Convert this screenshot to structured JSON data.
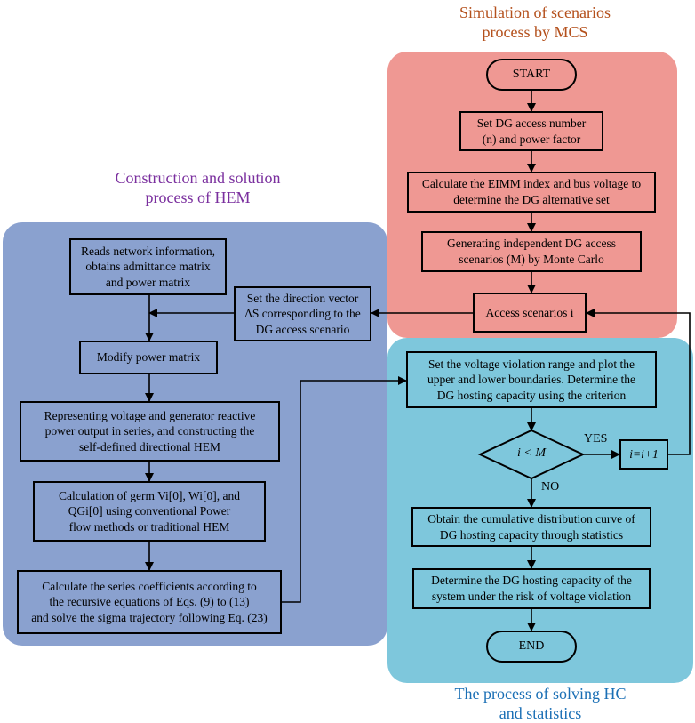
{
  "regions": {
    "mcs": {
      "title_line1": "Simulation of  scenarios",
      "title_line2": "process by MCS",
      "fill": "#ef9893",
      "title_color": "#b4501c"
    },
    "hem": {
      "title_line1": "Construction and solution",
      "title_line2": "process of HEM",
      "fill": "#8aa1cf",
      "title_color": "#7a2f9e"
    },
    "hc": {
      "title_line1": "The process of solving HC",
      "title_line2": "and statistics",
      "fill": "#7ec7dc",
      "title_color": "#1a6fb5"
    }
  },
  "nodes": {
    "start": "START",
    "set_dg": {
      "l1": "Set DG access number",
      "l2": "(n) and power factor"
    },
    "calc_eimm": {
      "l1": "Calculate the EIMM index and bus voltage to",
      "l2": "determine the DG alternative set"
    },
    "gen_scen": {
      "l1": "Generating independent DG access",
      "l2": "scenarios (M) by Monte Carlo"
    },
    "access": "Access scenarios i",
    "reads": {
      "l1": "Reads network information,",
      "l2": "obtains admittance matrix",
      "l3": "and power matrix"
    },
    "direction": {
      "l1": "Set the direction vector",
      "l2": "ΔS corresponding to the",
      "l3": "DG access scenario"
    },
    "modify": "Modify power matrix",
    "represent": {
      "l1": "Representing voltage and generator reactive",
      "l2": "power output in series, and constructing the",
      "l3": "self-defined directional HEM"
    },
    "germ": {
      "l1": "Calculation of germ Vi[0], Wi[0], and",
      "l2": "QGi[0] using conventional Power",
      "l3": "flow methods or traditional HEM"
    },
    "series": {
      "l1": "Calculate the series coefficients according to",
      "l2": "the recursive equations of Eqs. (9) to (13)",
      "l3": "and solve the sigma trajectory following Eq. (23)"
    },
    "voltage_range": {
      "l1": "Set the voltage violation range and plot the",
      "l2": "upper and lower boundaries. Determine the",
      "l3": "DG hosting capacity using the criterion"
    },
    "decision": "i < M",
    "increment": "i=i+1",
    "cumulative": {
      "l1": "Obtain the cumulative distribution curve of",
      "l2": "DG hosting capacity through statistics"
    },
    "determine": {
      "l1": "Determine the DG hosting capacity of the",
      "l2": "system under the risk of voltage violation"
    },
    "end": "END"
  },
  "labels": {
    "yes": "YES",
    "no": "NO"
  }
}
